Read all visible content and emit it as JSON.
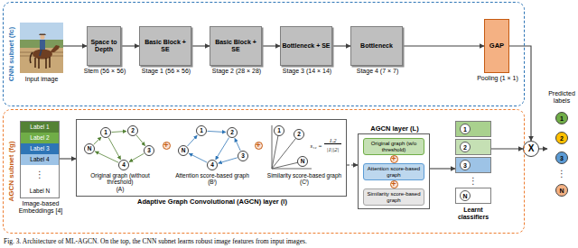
{
  "diagram": {
    "caption": "Fig. 3. Architecture of ML-AGCN. On the top, the CNN subnet learns robust image features from input images.",
    "nodes": [
      {
        "text": [
          "CNN subnet (fc)"
        ]
      },
      {
        "text": [
          "Input image"
        ],
        "in": 0
      },
      {
        "text": [
          "Space to Depth",
          "Stem (56 × 56)"
        ],
        "in": 0
      },
      {
        "text": [
          "Basic Block + SE",
          "Stage 1 (56 × 56)"
        ],
        "in": 0
      },
      {
        "text": [
          "Basic Block + SE",
          "Stage 2 (28 × 28)"
        ],
        "in": 0
      },
      {
        "text": [
          "Bottleneck + SE",
          "Stage 3 (14 × 14)"
        ],
        "in": 0
      },
      {
        "text": [
          "Bottleneck",
          "Stage 4 (7 × 7)"
        ],
        "in": 0
      },
      {
        "text": [
          "GAP",
          "Pooling (1 × 1)"
        ],
        "in": 0
      },
      {
        "text": [
          "X"
        ]
      },
      {
        "text": [
          "Predicted labels"
        ]
      },
      {
        "text": [
          "1"
        ],
        "in": 9
      },
      {
        "text": [
          "2"
        ],
        "in": 9
      },
      {
        "text": [
          "3"
        ],
        "in": 9
      },
      {
        "text": [
          "N"
        ],
        "in": 9
      },
      {
        "text": [
          "AGCN subnet (fg)"
        ]
      },
      {
        "text": [
          "Image-based Embeddings [4]"
        ],
        "in": 14
      },
      {
        "text": [
          "Label 1"
        ],
        "in": 15
      },
      {
        "text": [
          "Label 2"
        ],
        "in": 15
      },
      {
        "text": [
          "Label 3"
        ],
        "in": 15
      },
      {
        "text": [
          "Label 4"
        ],
        "in": 15
      },
      {
        "text": [
          "Label N"
        ],
        "in": 15
      },
      {
        "text": [
          "Adaptive Graph Convolutional (AGCN) layer (l)"
        ],
        "in": 14
      },
      {
        "text": [
          "Original graph (without threshold)",
          "(A)"
        ],
        "in": 21
      },
      {
        "text": [
          "N"
        ],
        "in": 22
      },
      {
        "text": [
          "1"
        ],
        "in": 22
      },
      {
        "text": [
          "2"
        ],
        "in": 22
      },
      {
        "text": [
          "3"
        ],
        "in": 22
      },
      {
        "text": [
          "4"
        ],
        "in": 22
      },
      {
        "text": [
          "Attention score-based graph",
          "(Bˡ)"
        ],
        "in": 21
      },
      {
        "text": [
          "N"
        ],
        "in": 28
      },
      {
        "text": [
          "1"
        ],
        "in": 28
      },
      {
        "text": [
          "2"
        ],
        "in": 28
      },
      {
        "text": [
          "3"
        ],
        "in": 28
      },
      {
        "text": [
          "4"
        ],
        "in": 28
      },
      {
        "text": [
          "Similarity score-based graph",
          "(Cˡ)"
        ],
        "in": 21
      },
      {
        "text": [
          "1"
        ],
        "in": 34
      },
      {
        "text": [
          "2"
        ],
        "in": 34
      },
      {
        "text": [
          "N"
        ],
        "in": 34
      },
      {
        "text": [
          "AGCN layer (L)"
        ],
        "in": 14
      },
      {
        "text": [
          "Original graph (w/o threshold)"
        ],
        "in": 38
      },
      {
        "text": [
          "Attention score-based graph"
        ],
        "in": 38
      },
      {
        "text": [
          "Similarity score-based graph"
        ],
        "in": 38
      },
      {
        "text": [
          "Learnt classifiers"
        ],
        "in": 14
      },
      {
        "text": [
          "1"
        ],
        "in": 42
      },
      {
        "text": [
          "2"
        ],
        "in": 42
      },
      {
        "text": [
          "3"
        ],
        "in": 42
      },
      {
        "text": [
          "N"
        ],
        "in": 42
      }
    ],
    "edges": [
      {
        "from": 1,
        "to": 2,
        "arrow": "to"
      },
      {
        "from": 2,
        "to": 3,
        "arrow": "to"
      },
      {
        "from": 3,
        "to": 4,
        "arrow": "to"
      },
      {
        "from": 4,
        "to": 5,
        "arrow": "to"
      },
      {
        "from": 5,
        "to": 6,
        "arrow": "to"
      },
      {
        "from": 6,
        "to": 7,
        "arrow": "to"
      },
      {
        "from": 7,
        "to": 8,
        "arrow": "to"
      },
      {
        "from": 8,
        "to": 9,
        "arrow": "to"
      },
      {
        "from": 15,
        "to": 21,
        "arrow": "to"
      },
      {
        "from": 21,
        "to": 38,
        "arrow": "to"
      },
      {
        "from": 38,
        "to": 42,
        "arrow": "to"
      },
      {
        "from": 42,
        "to": 8,
        "arrow": "to"
      },
      {
        "from": 24,
        "to": 25,
        "arrow": "to"
      },
      {
        "from": 25,
        "to": 26,
        "arrow": "to"
      },
      {
        "from": 26,
        "to": 27,
        "arrow": "to"
      },
      {
        "from": 27,
        "to": 23,
        "arrow": "to"
      },
      {
        "from": 23,
        "to": 24,
        "arrow": "to"
      },
      {
        "from": 24,
        "to": 27,
        "arrow": "to"
      },
      {
        "from": 29,
        "to": 30,
        "arrow": "to"
      },
      {
        "from": 30,
        "to": 31,
        "arrow": "to"
      },
      {
        "from": 31,
        "to": 33,
        "arrow": "to"
      },
      {
        "from": 32,
        "to": 31,
        "arrow": "to"
      },
      {
        "from": 33,
        "to": 29,
        "arrow": "to"
      },
      {
        "from": 32,
        "to": 33,
        "arrow": "to"
      }
    ],
    "labels": [
      "+",
      "+",
      "+",
      "+",
      "⋮",
      "⋮",
      "⋮",
      "s₁₂ =",
      "1.2",
      "|1||2|"
    ]
  }
}
